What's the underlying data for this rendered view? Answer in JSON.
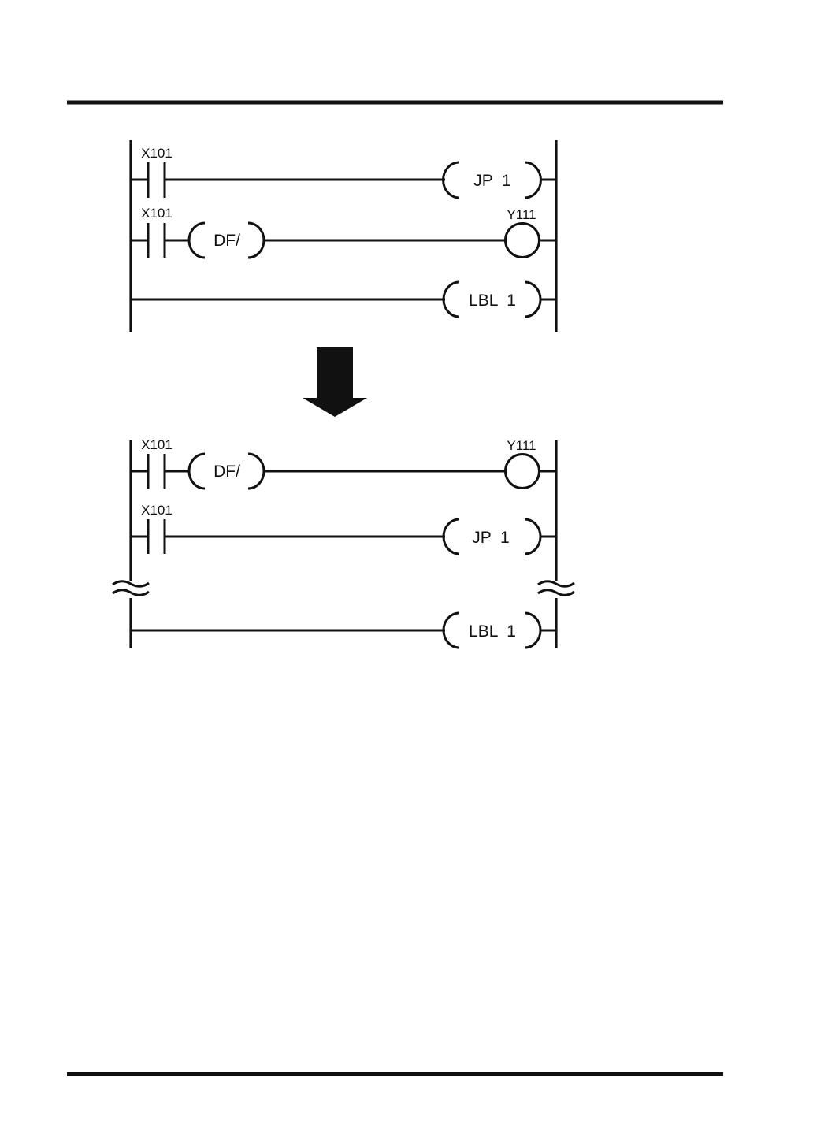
{
  "top_ladder": {
    "rung1": {
      "contact": "X101",
      "instruction": "JP  1"
    },
    "rung2": {
      "contact": "X101",
      "instruction": "DF/",
      "output": "Y111"
    },
    "rung3": {
      "instruction": "LBL  1"
    }
  },
  "bottom_ladder": {
    "rung1": {
      "contact": "X101",
      "instruction": "DF/",
      "output": "Y111"
    },
    "rung2": {
      "contact": "X101",
      "instruction": "JP  1"
    },
    "rung3": {
      "instruction": "LBL  1"
    }
  },
  "colors": {
    "ink": "#111111",
    "background": "#ffffff"
  }
}
